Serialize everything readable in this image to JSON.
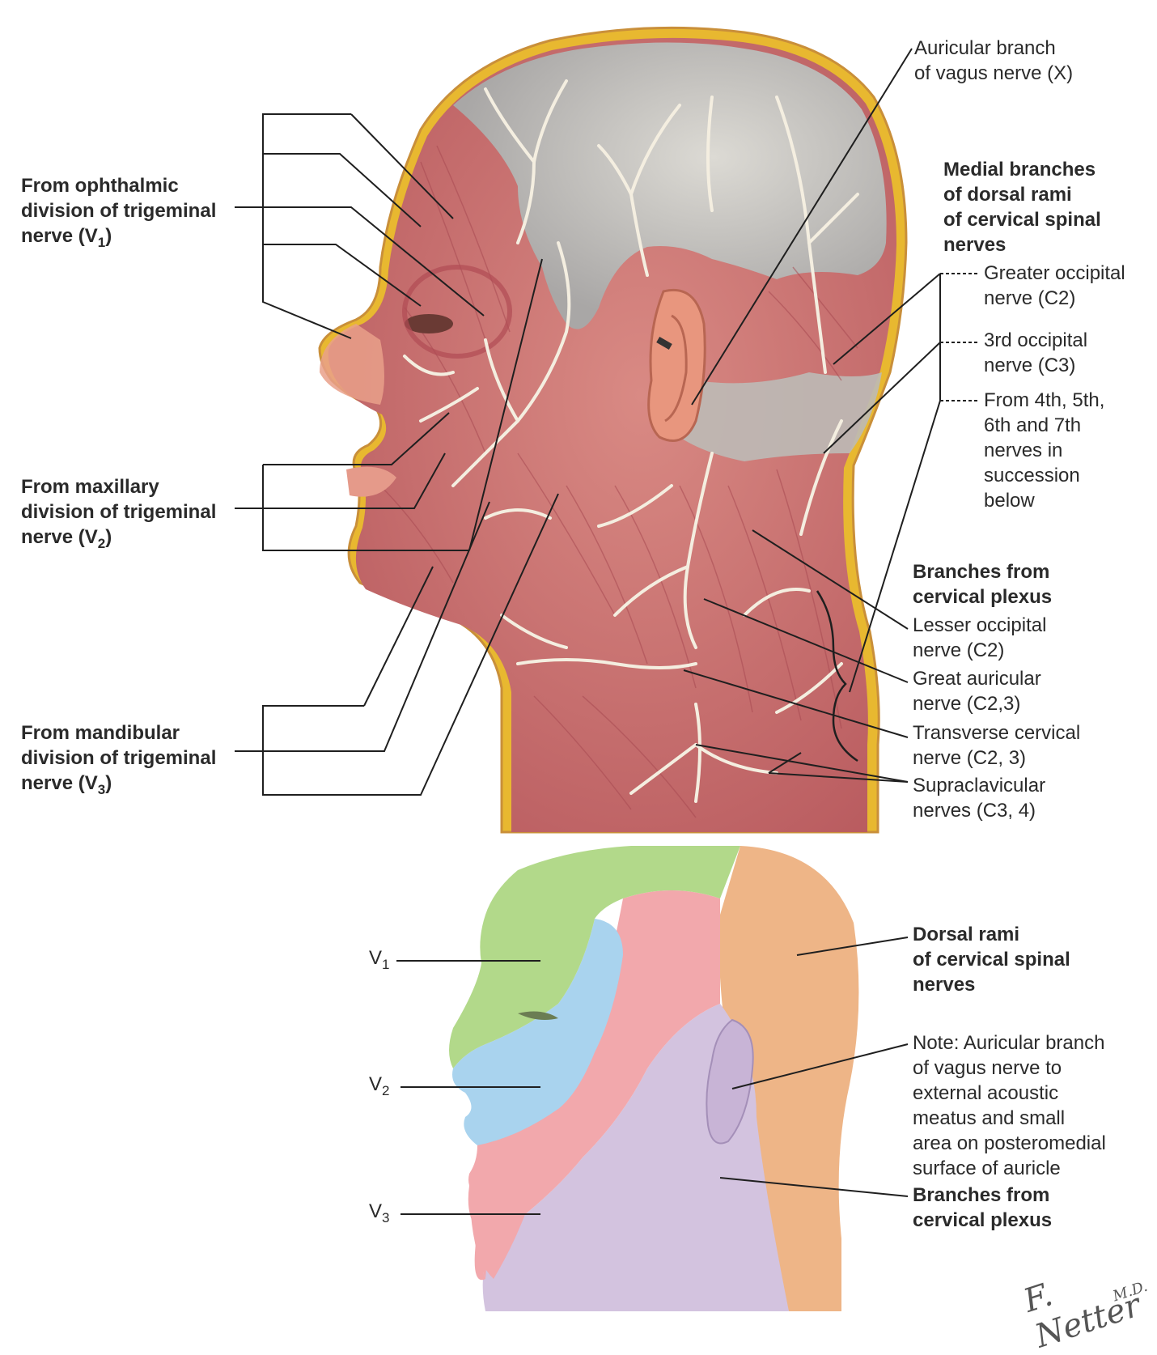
{
  "upper": {
    "left": {
      "v1": {
        "prefix": "From ophthalmic\ndivision of trigeminal\nnerve (V",
        "sub": "1",
        "suffix": ")"
      },
      "v2": {
        "prefix": "From maxillary\ndivision of trigeminal\nnerve (V",
        "sub": "2",
        "suffix": ")"
      },
      "v3": {
        "prefix": "From mandibular\ndivision of trigeminal\nnerve (V",
        "sub": "3",
        "suffix": ")"
      }
    },
    "right": {
      "auricular_vagus": "Auricular branch\nof vagus nerve (X)",
      "medial_branches_heading": "Medial branches\nof dorsal rami\nof cervical spinal\nnerves",
      "greater_occipital": "Greater occipital\nnerve (C2)",
      "third_occipital": "3rd occipital\nnerve (C3)",
      "lower_cervical": "From 4th, 5th,\n6th and 7th\nnerves in\nsuccession\nbelow",
      "plexus_heading": "Branches from\ncervical plexus",
      "lesser_occipital": "Lesser occipital\nnerve (C2)",
      "great_auricular": "Great auricular\nnerve (C2,3)",
      "transverse_cervical": "Transverse cervical\nnerve (C2, 3)",
      "supraclavicular": "Supraclavicular\nnerves (C3, 4)"
    }
  },
  "lower": {
    "v1": {
      "letter": "V",
      "sub": "1"
    },
    "v2": {
      "letter": "V",
      "sub": "2"
    },
    "v3": {
      "letter": "V",
      "sub": "3"
    },
    "dorsal_rami": "Dorsal rami\nof cervical spinal\nnerves",
    "note": "Note: Auricular branch\nof vagus nerve to\nexternal acoustic\nmeatus and small\narea on posteromedial\nsurface of auricle",
    "plexus": "Branches from\ncervical plexus"
  },
  "signature": {
    "name": "F. Netter",
    "suffix": "M.D."
  },
  "colors": {
    "muscle": "#c96a6a",
    "skin": "#e9a08a",
    "fat": "#e8b830",
    "scalp": "#c9c7c2",
    "nerve": "#f4eee0",
    "v1_zone": "#b2d98a",
    "v2_zone": "#a9d3ee",
    "v3_zone": "#f2a8ac",
    "dorsal_zone": "#eeb587",
    "plexus_zone": "#d3c3df",
    "line": "#1f1f1f"
  }
}
